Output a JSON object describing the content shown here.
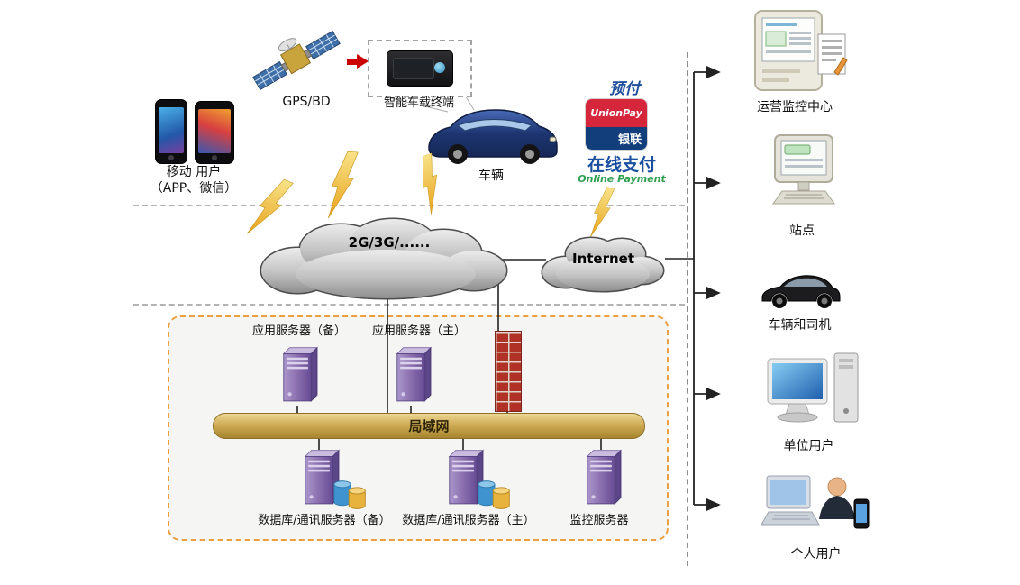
{
  "top_section": {
    "mobile_users": {
      "line1": "移动 用户",
      "line2": "（APP、微信）"
    },
    "gps_label": "GPS/BD",
    "terminal_label": "智能车载终端",
    "vehicle_label": "车辆",
    "payment": {
      "prepaid": "预付",
      "brand_en": "UnionPay",
      "brand_cn": "银联",
      "online_cn": "在线支付",
      "online_en": "Online Payment"
    }
  },
  "network": {
    "mobile_cloud_label": "2G/3G/......",
    "internet_cloud_label": "Internet"
  },
  "datacenter": {
    "app_servers": [
      {
        "label": "应用服务器（备）"
      },
      {
        "label": "应用服务器（主）"
      }
    ],
    "lan_label": "局域网",
    "bottom_servers": [
      {
        "label": "数据库/通讯服务器（备）"
      },
      {
        "label": "数据库/通讯服务器（主）"
      },
      {
        "label": "监控服务器"
      }
    ]
  },
  "right_column": {
    "items": [
      {
        "label": "运营监控中心",
        "icon": "monitoring-center-icon"
      },
      {
        "label": "站点",
        "icon": "station-terminal-icon"
      },
      {
        "label": "车辆和司机",
        "icon": "sedan-car-icon"
      },
      {
        "label": "单位用户",
        "icon": "desktop-computer-icon"
      },
      {
        "label": "个人用户",
        "icon": "person-computer-icon"
      }
    ]
  },
  "colors": {
    "frame_orange": "#EB9F3F",
    "cloud_outline": "#4D4D4D",
    "server_purple": "#7A5FA0",
    "lan_gold": "#CFAB55",
    "firewall_red": "#B03226",
    "lightning_gold": "#E8A21A",
    "unionpay_red": "#D6263C",
    "unionpay_navy": "#123F7C",
    "payment_blue": "#1F4E9C",
    "payment_green": "#2E9E4F"
  }
}
